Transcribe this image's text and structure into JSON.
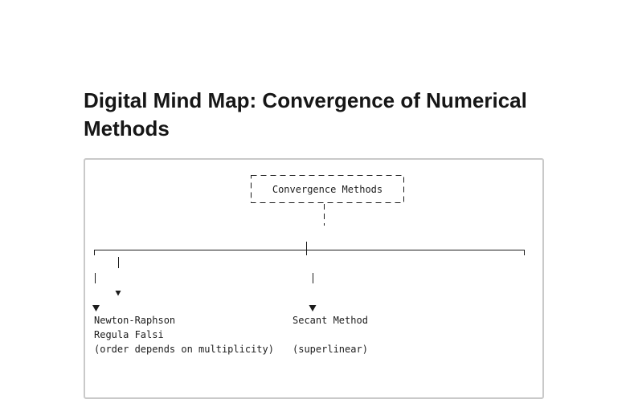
{
  "page": {
    "title": "Digital Mind Map: Convergence of Numerical Methods"
  },
  "colors": {
    "title_ink": "#161616",
    "ink": "#1c1c1c",
    "panel_border": "#c9c9c9",
    "background": "#ffffff"
  },
  "mindmap": {
    "root_label": "Convergence Methods",
    "branches": {
      "left": {
        "lines": [
          "Newton-Raphson",
          "Regula Falsi",
          "(order depends on multiplicity)"
        ]
      },
      "right": {
        "lines": [
          "Secant Method",
          "(superlinear)"
        ]
      }
    }
  }
}
